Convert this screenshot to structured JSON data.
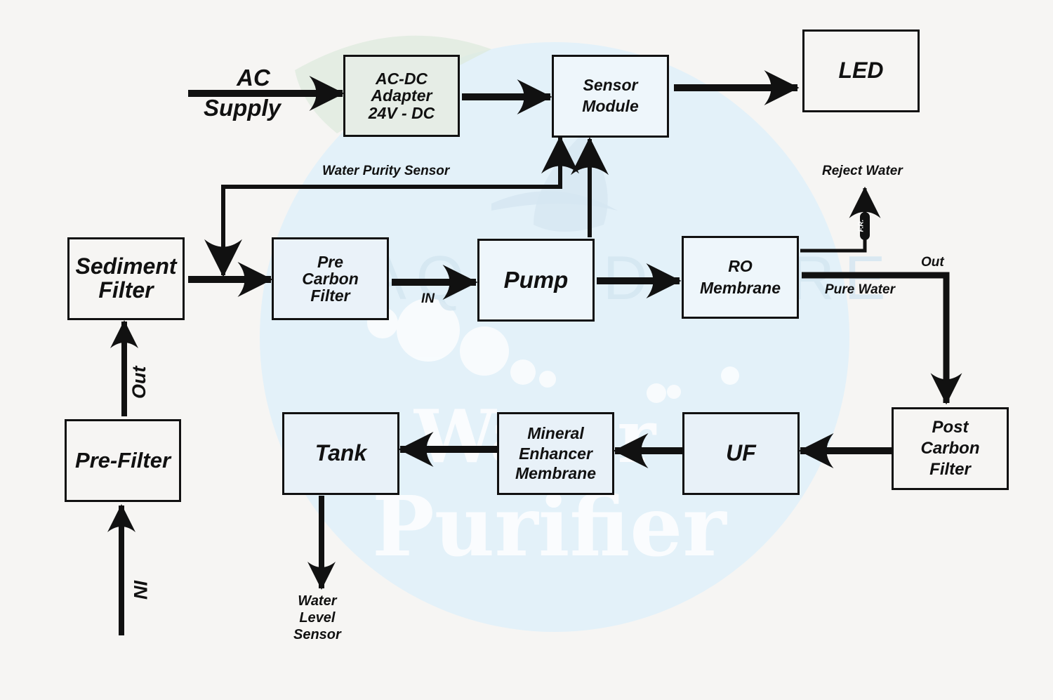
{
  "diagram": {
    "watermark": {
      "brand": "AQUA D PURE",
      "line1": "Water",
      "line2": "Purifier"
    },
    "colors": {
      "background": "#f6f5f3",
      "watermark_circle": "#e3f1f9",
      "line": "#111111",
      "adapter_fill": "#e6ede6"
    },
    "blocks": {
      "ac_supply": {
        "line1": "AC",
        "line2": "Supply"
      },
      "adapter": {
        "line1": "AC-DC",
        "line2": "Adapter",
        "line3": "24V - DC"
      },
      "sensor_module": {
        "line1": "Sensor",
        "line2": "Module"
      },
      "led": {
        "line1": "LED"
      },
      "sediment_filter": {
        "line1": "Sediment",
        "line2": "Filter"
      },
      "pre_carbon_filter": {
        "line1": "Pre",
        "line2": "Carbon",
        "line3": "Filter"
      },
      "pump": {
        "line1": "Pump"
      },
      "ro_membrane": {
        "line1": "RO",
        "line2": "Membrane"
      },
      "pre_filter": {
        "line1": "Pre-Filter"
      },
      "post_carbon_filter": {
        "line1": "Post",
        "line2": "Carbon",
        "line3": "Filter"
      },
      "uf": {
        "line1": "UF"
      },
      "mineral_enhancer": {
        "line1": "Mineral",
        "line2": "Enhancer",
        "line3": "Membrane"
      },
      "tank": {
        "line1": "Tank"
      }
    },
    "labels": {
      "water_purity_sensor": "Water Purity Sensor",
      "reject_water": "Reject Water",
      "flow_restrictor": "F.R.",
      "ro_out": "Out",
      "pure_water": "Pure Water",
      "pump_in": "IN",
      "prefilter_out": "Out",
      "prefilter_in": "IN",
      "water_level_sensor": {
        "line1": "Water",
        "line2": "Level",
        "line3": "Sensor"
      }
    }
  }
}
